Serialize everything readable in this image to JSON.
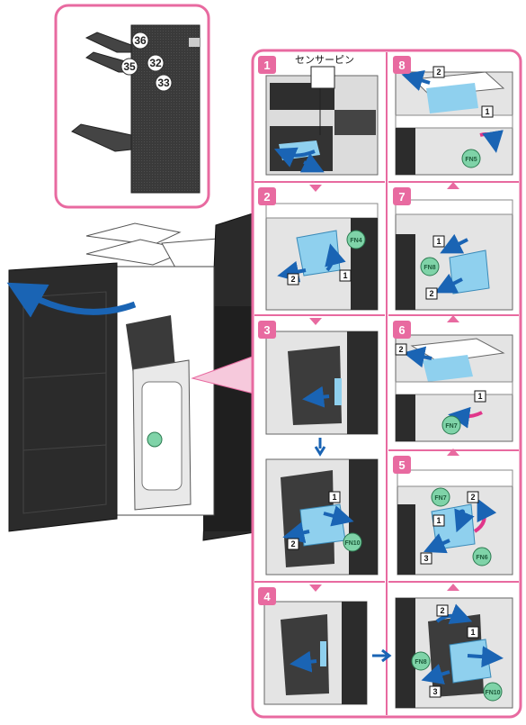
{
  "inset": {
    "tray_labels": [
      "36",
      "35",
      "32",
      "33"
    ]
  },
  "sensor_label": "センサーピン",
  "steps": [
    "1",
    "2",
    "3",
    "4",
    "5",
    "6",
    "7",
    "8"
  ],
  "box_labels": {
    "s2_a": "2",
    "s2_b": "1",
    "s3b_a": "1",
    "s3b_b": "2",
    "s4b_a": "2",
    "s4b_b": "1",
    "s4b_c": "3",
    "s5_a": "2",
    "s5_b": "1",
    "s5_c": "3",
    "s6_a": "2",
    "s6_b": "1",
    "s7_a": "1",
    "s7_b": "2",
    "s8_a": "2",
    "s8_b": "1"
  },
  "knobs": {
    "s2": "FN4",
    "s3b": "FN10",
    "s4b_a": "FN8",
    "s4b_b": "FN10",
    "s5_a": "FN7",
    "s5_b": "FN6",
    "s6": "FN7",
    "s7": "FN8",
    "s8": "FN5"
  },
  "colors": {
    "accent_pink": "#e86aa0",
    "arrow_blue": "#1a64b4",
    "panel_blue": "#8fd0ee",
    "knob_green": "#7fd3a8"
  }
}
